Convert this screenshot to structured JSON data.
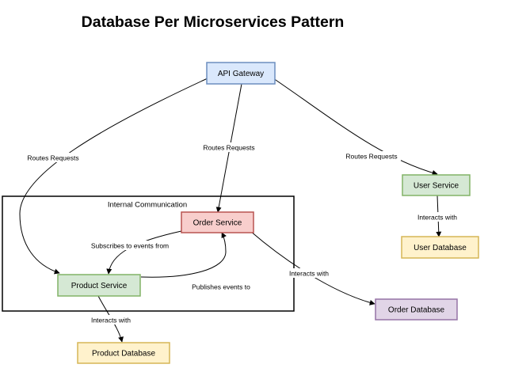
{
  "title": "Database Per Microservices Pattern",
  "group": {
    "label": "Internal Communication"
  },
  "nodes": {
    "api_gateway": {
      "label": "API Gateway",
      "fill": "#dae8fc",
      "stroke": "#6c8ebf"
    },
    "order_service": {
      "label": "Order Service",
      "fill": "#f8cecc",
      "stroke": "#b85450"
    },
    "product_service": {
      "label": "Product Service",
      "fill": "#d5e8d4",
      "stroke": "#82b366"
    },
    "user_service": {
      "label": "User Service",
      "fill": "#d5e8d4",
      "stroke": "#82b366"
    },
    "order_database": {
      "label": "Order Database",
      "fill": "#e1d5e7",
      "stroke": "#9673a6"
    },
    "product_database": {
      "label": "Product Database",
      "fill": "#fff2cc",
      "stroke": "#d6b656"
    },
    "user_database": {
      "label": "User Database",
      "fill": "#fff2cc",
      "stroke": "#d6b656"
    }
  },
  "edges": {
    "gateway_to_product": "Routes Requests",
    "gateway_to_order": "Routes Requests",
    "gateway_to_user": "Routes Requests",
    "order_to_product": "Subscribes to events from",
    "product_to_order": "Publishes events to",
    "order_to_order_db": "Interacts with",
    "user_to_user_db": "Interacts with",
    "product_to_product_db": "Interacts with"
  }
}
